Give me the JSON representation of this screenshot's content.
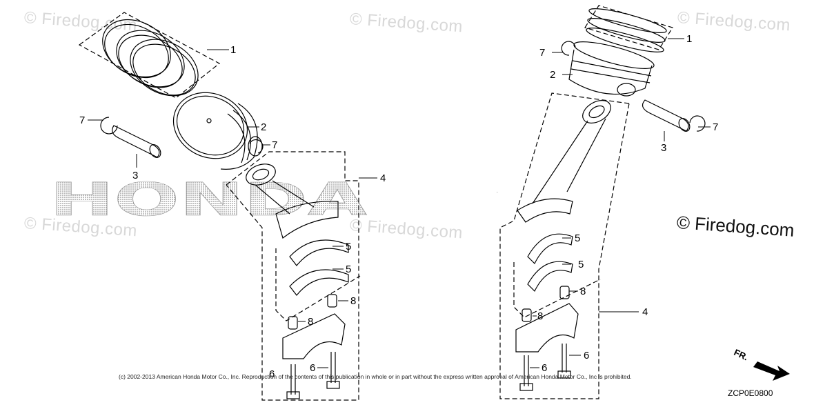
{
  "watermarks": {
    "text": "© Firedog.com",
    "prominent_text": "© Firedog.com",
    "brand_logo_text": "HONDA"
  },
  "left_assembly": {
    "callouts": {
      "piston_ring_set": "1",
      "piston": "2",
      "piston_pin": "3",
      "connecting_rod_assembly": "4",
      "bearing_upper": "5",
      "bearing_lower": "5",
      "clip_left": "7",
      "clip_right": "7",
      "dowel_pin_upper": "8",
      "dowel_pin_lower": "8",
      "rod_bolt_left": "6",
      "rod_bolt_right": "6"
    }
  },
  "right_assembly": {
    "callouts": {
      "piston_ring_set": "1",
      "piston": "2",
      "piston_pin": "3",
      "connecting_rod_assembly": "4",
      "bearing_upper": "5",
      "bearing_lower": "5",
      "clip_left": "7",
      "clip_right": "7",
      "dowel_pin_upper": "8",
      "dowel_pin_lower": "8",
      "rod_bolt_left": "6",
      "rod_bolt_right": "6"
    }
  },
  "footer": {
    "copyright": "(c) 2002-2013 American Honda Motor Co., Inc. Reproduction of the contents of this publication in whole or in part without the express written approval of American Honda Motor Co., Inc is prohibited.",
    "diagram_code": "ZCP0E0800",
    "front_label": "FR."
  }
}
